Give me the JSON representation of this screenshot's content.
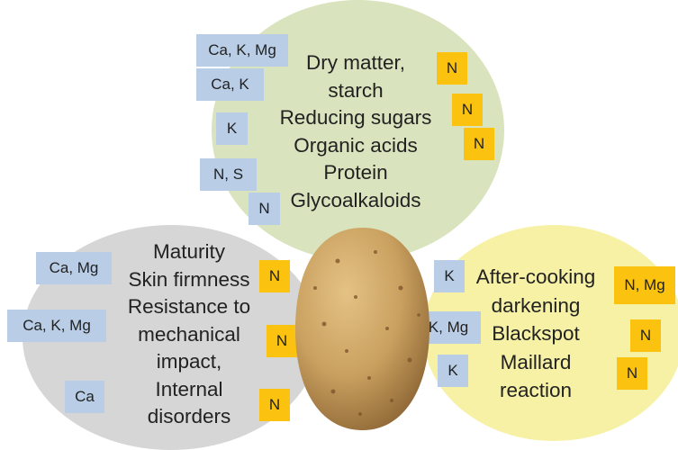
{
  "colors": {
    "green_circle": "#d9e3bd",
    "gray_circle": "#d6d6d6",
    "yellow_circle": "#f7f1a6",
    "blue_tag": "#b9cde6",
    "orange_tag": "#fbc20f",
    "potato": "#c9a05f"
  },
  "top_circle": {
    "lines": [
      "Dry matter,",
      "starch",
      "Reducing sugars",
      "Organic acids",
      "Protein",
      "Glycoalkaloids"
    ],
    "blue_tags": [
      "Ca, K, Mg",
      "Ca, K",
      "K",
      "N, S",
      "N"
    ],
    "orange_tags": [
      "N",
      "N",
      "N"
    ]
  },
  "left_circle": {
    "lines": [
      "Maturity",
      "Skin firmness",
      "Resistance to",
      "mechanical",
      "impact,",
      "Internal",
      "disorders"
    ],
    "blue_tags": [
      "Ca, Mg",
      "Ca, K, Mg",
      "Ca"
    ],
    "orange_tags": [
      "N",
      "N",
      "N"
    ]
  },
  "right_circle": {
    "lines": [
      "After-cooking",
      "darkening",
      "Blackspot",
      "Maillard",
      "reaction"
    ],
    "blue_tags": [
      "K",
      "K, Mg",
      "K"
    ],
    "orange_tags": [
      "N, Mg",
      "N",
      "N"
    ]
  },
  "center_image": "potato"
}
